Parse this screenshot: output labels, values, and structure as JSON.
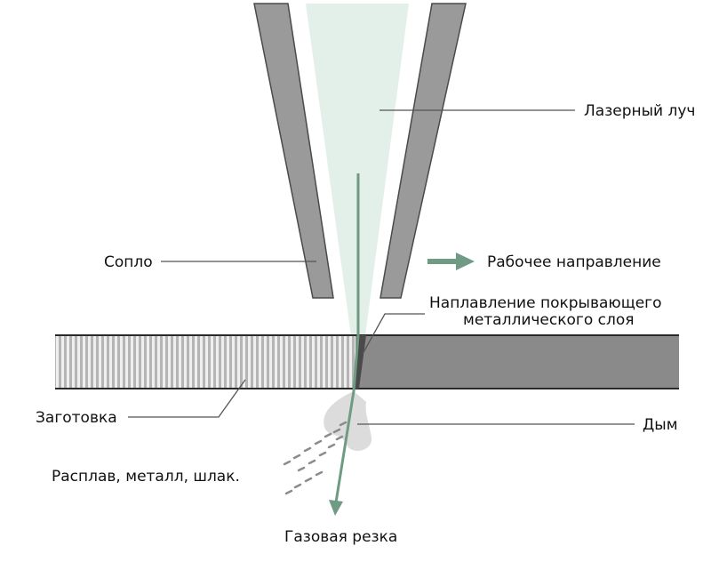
{
  "labels": {
    "laser_beam": "Лазерный луч",
    "nozzle": "Сопло",
    "work_direction": "Рабочее направление",
    "coating_direction_line1": "Наплавление покрывающего",
    "coating_direction_line2": "металлического слоя",
    "workpiece": "Заготовка",
    "smoke": "Дым",
    "melt": "Расплав, металл, шлак.",
    "gas_cutting": "Газовая резка"
  },
  "colors": {
    "beam_fill": "#e3efe9",
    "arrow_green": "#6f9a84",
    "nozzle_fill": "#9a9a9a",
    "workpiece_dark": "#8a8a8a",
    "workpiece_stripes": "#b5b5b5",
    "outline": "#3a3a3a",
    "leader_line": "#555555",
    "smoke": "#d8d8d8",
    "particles": "#8c8c8c"
  }
}
